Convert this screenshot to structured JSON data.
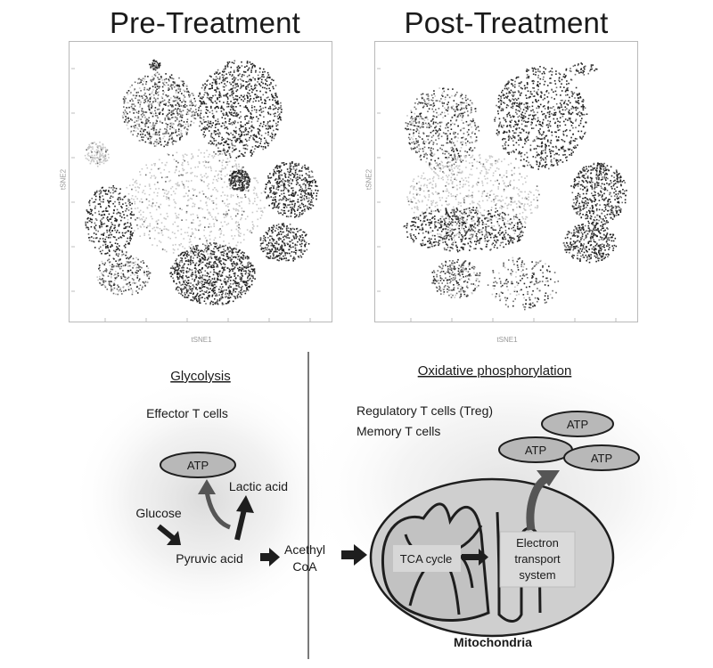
{
  "panels": {
    "pre": {
      "title": "Pre-Treatment",
      "xlabel": "tSNE1",
      "ylabel": "tSNE2"
    },
    "post": {
      "title": "Post-Treatment",
      "xlabel": "tSNE1",
      "ylabel": "tSNE2"
    }
  },
  "glycolysis": {
    "heading": "Glycolysis",
    "cell_type": "Effector T cells",
    "atp": "ATP",
    "lactic": "Lactic acid",
    "glucose": "Glucose",
    "pyruvic": "Pyruvic acid"
  },
  "acetyl": {
    "line1": "Acethyl",
    "line2": "CoA"
  },
  "oxphos": {
    "heading": "Oxidative phosphorylation",
    "cell_type_1": "Regulatory T cells (Treg)",
    "cell_type_2": "Memory T cells",
    "atp_1": "ATP",
    "atp_2": "ATP",
    "atp_3": "ATP",
    "tca": "TCA cycle",
    "etc_1": "Electron",
    "etc_2": "transport",
    "etc_3": "system",
    "mito": "Mitochondria"
  },
  "colors": {
    "dark": "#222222",
    "mid": "#6a6a6a",
    "light": "#c8c8c8",
    "atp_fill": "#b8b8b8",
    "mito_fill": "#cfcfcf"
  }
}
